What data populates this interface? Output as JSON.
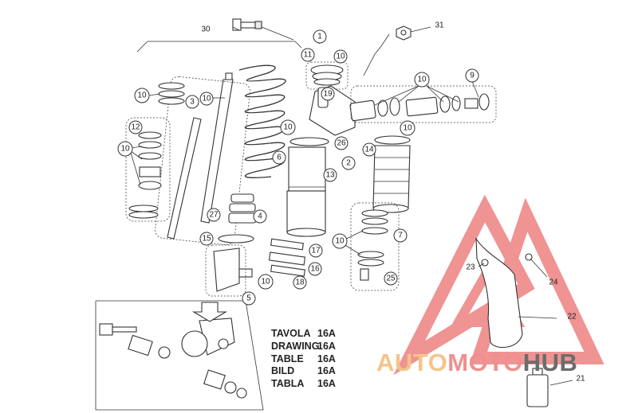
{
  "diagram": {
    "callouts": [
      {
        "id": "c-1",
        "label": "1"
      },
      {
        "id": "c-2",
        "label": "2"
      },
      {
        "id": "c-3",
        "label": "3"
      },
      {
        "id": "c-4",
        "label": "4"
      },
      {
        "id": "c-5",
        "label": "5"
      },
      {
        "id": "c-6",
        "label": "6"
      },
      {
        "id": "c-7",
        "label": "7"
      },
      {
        "id": "c-9",
        "label": "9"
      },
      {
        "id": "c-10a",
        "label": "10"
      },
      {
        "id": "c-10b",
        "label": "10"
      },
      {
        "id": "c-10c",
        "label": "10"
      },
      {
        "id": "c-10d",
        "label": "10"
      },
      {
        "id": "c-10e",
        "label": "10"
      },
      {
        "id": "c-10f",
        "label": "10"
      },
      {
        "id": "c-10g",
        "label": "10"
      },
      {
        "id": "c-10h",
        "label": "10"
      },
      {
        "id": "c-10i",
        "label": "10"
      },
      {
        "id": "c-11",
        "label": "11"
      },
      {
        "id": "c-12",
        "label": "12"
      },
      {
        "id": "c-13",
        "label": "13"
      },
      {
        "id": "c-14",
        "label": "14"
      },
      {
        "id": "c-15",
        "label": "15"
      },
      {
        "id": "c-16",
        "label": "16"
      },
      {
        "id": "c-17",
        "label": "17"
      },
      {
        "id": "c-18",
        "label": "18"
      },
      {
        "id": "c-19",
        "label": "19"
      },
      {
        "id": "c-25",
        "label": "25"
      },
      {
        "id": "c-26",
        "label": "26"
      },
      {
        "id": "c-27",
        "label": "27"
      }
    ],
    "plain_labels": [
      {
        "id": "l-30",
        "label": "30"
      },
      {
        "id": "l-31",
        "label": "31"
      },
      {
        "id": "l-21",
        "label": "21"
      },
      {
        "id": "l-22",
        "label": "22"
      },
      {
        "id": "l-23",
        "label": "23"
      },
      {
        "id": "l-24",
        "label": "24"
      }
    ],
    "table_ref": [
      {
        "key": "TAVOLA",
        "value": "16A"
      },
      {
        "key": "DRAWING",
        "value": "16A"
      },
      {
        "key": "TABLE",
        "value": "16A"
      },
      {
        "key": "BILD",
        "value": "16A"
      },
      {
        "key": "TABLA",
        "value": "16A"
      }
    ]
  },
  "watermark": {
    "part_a": "AUTO",
    "part_b": "MOTO",
    "part_c": "HUB",
    "color_triangle": "#e23b3b",
    "color_auto": "#f3c58a",
    "color_moto": "#ef8f8f",
    "color_hub": "#6c6c6c"
  }
}
